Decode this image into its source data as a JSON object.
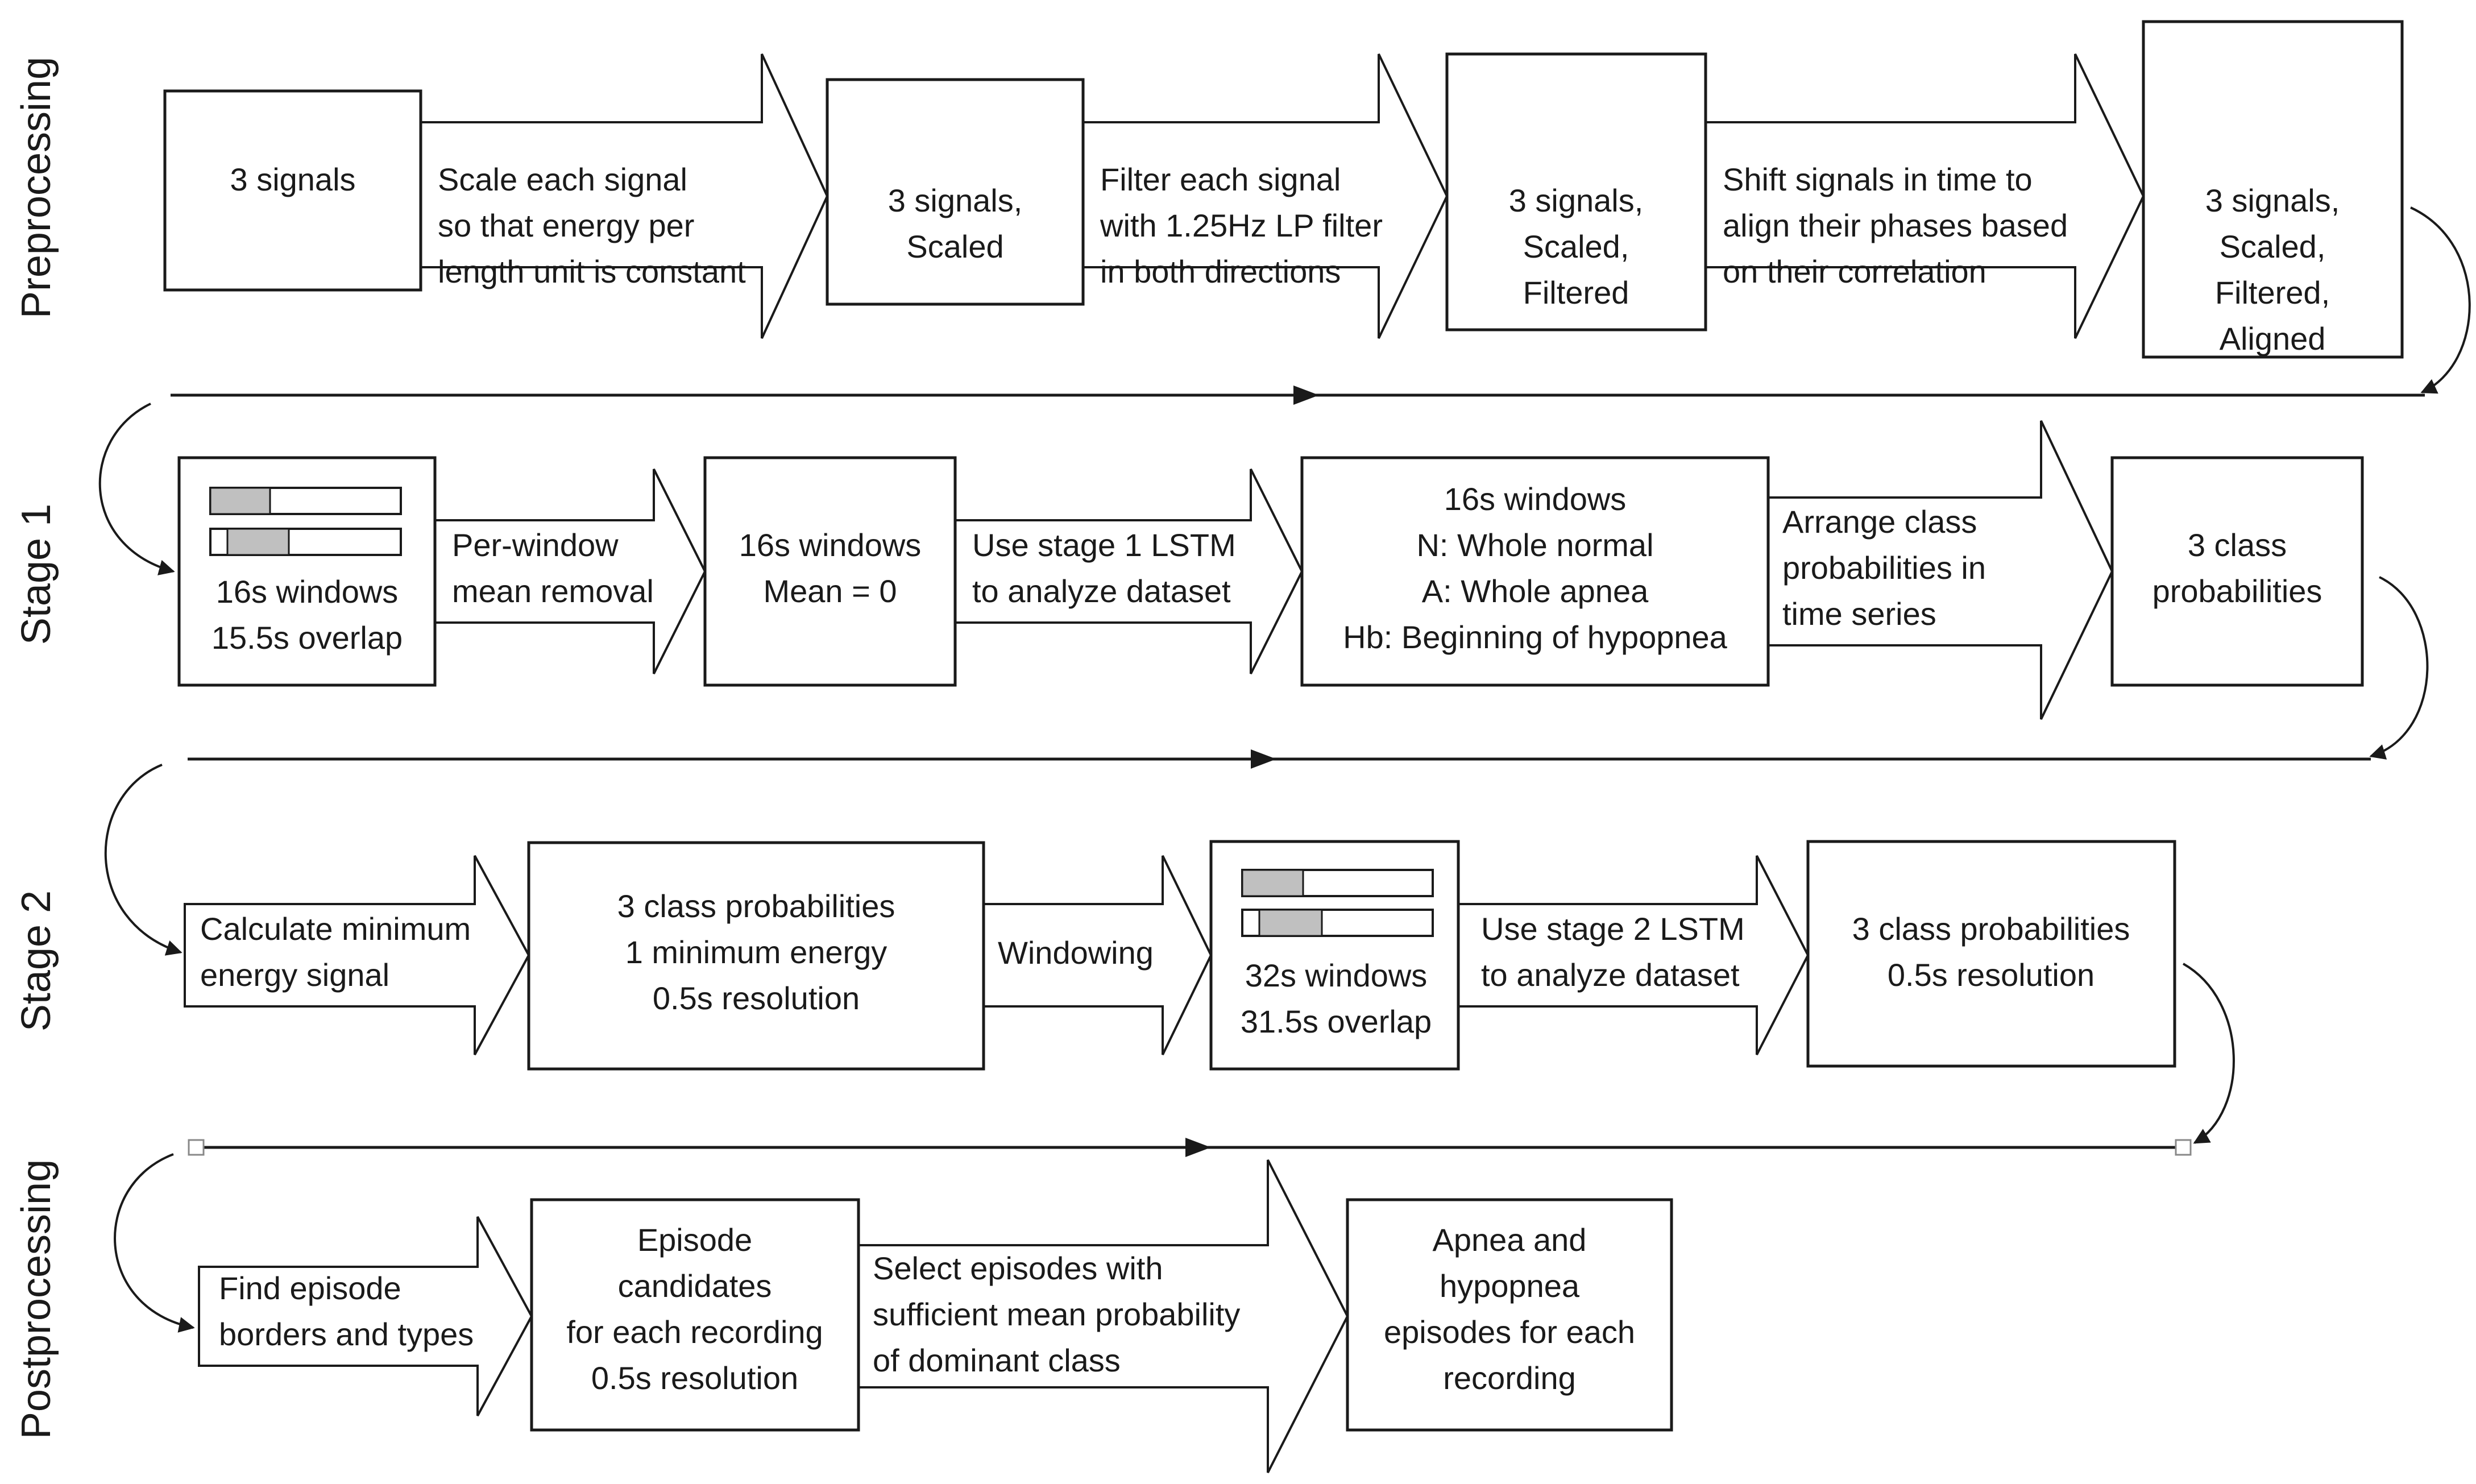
{
  "stages": [
    {
      "id": "preprocessing",
      "label": "Preprocessing"
    },
    {
      "id": "stage1",
      "label": "Stage 1"
    },
    {
      "id": "stage2",
      "label": "Stage 2"
    },
    {
      "id": "postprocessing",
      "label": "Postprocessing"
    }
  ],
  "nodes": {
    "pre_box1": [
      "3 signals"
    ],
    "pre_box2": [
      "3 signals,",
      "Scaled"
    ],
    "pre_box3": [
      "3 signals,",
      "Scaled,",
      "Filtered"
    ],
    "pre_box4": [
      "3 signals,",
      "Scaled,",
      "Filtered,",
      "Aligned"
    ],
    "s1_box1": [
      "16s windows",
      "15.5s overlap"
    ],
    "s1_box2": [
      "16s windows",
      "Mean = 0"
    ],
    "s1_box3": [
      "16s windows",
      "N: Whole normal",
      "A: Whole apnea",
      "Hb: Beginning of hypopnea"
    ],
    "s1_box4": [
      "3 class",
      "probabilities"
    ],
    "s2_box1": [
      "3 class probabilities",
      "1 minimum energy",
      "0.5s resolution"
    ],
    "s2_box2": [
      "32s windows",
      "31.5s overlap"
    ],
    "s2_box3": [
      "3 class probabilities",
      "0.5s resolution"
    ],
    "post_box1": [
      "Episode",
      "candidates",
      "for each recording",
      "0.5s resolution"
    ],
    "post_box2": [
      "Apnea and",
      "hypopnea",
      "episodes for each",
      "recording"
    ]
  },
  "arrows": {
    "pre_arrow1": [
      "Scale each signal",
      "so that energy per",
      "length unit is constant"
    ],
    "pre_arrow2": [
      "Filter each signal",
      "with 1.25Hz LP filter",
      "in both directions"
    ],
    "pre_arrow3": [
      "Shift signals in time to",
      "align their phases based",
      "on their correlation"
    ],
    "s1_arrow1": [
      "Per-window",
      "mean removal"
    ],
    "s1_arrow2": [
      "Use stage 1 LSTM",
      "to analyze dataset"
    ],
    "s1_arrow3": [
      "Arrange class",
      "probabilities in",
      "time series"
    ],
    "s2_arrow1": [
      "Calculate minimum",
      "energy signal"
    ],
    "s2_arrow2": [
      "Windowing"
    ],
    "s2_arrow3": [
      "Use stage 2 LSTM",
      "to analyze dataset"
    ],
    "post_arrow1": [
      "Find episode",
      "borders and types"
    ],
    "post_arrow2": [
      "Select episodes with",
      "sufficient mean probability",
      "of dominant class"
    ]
  }
}
